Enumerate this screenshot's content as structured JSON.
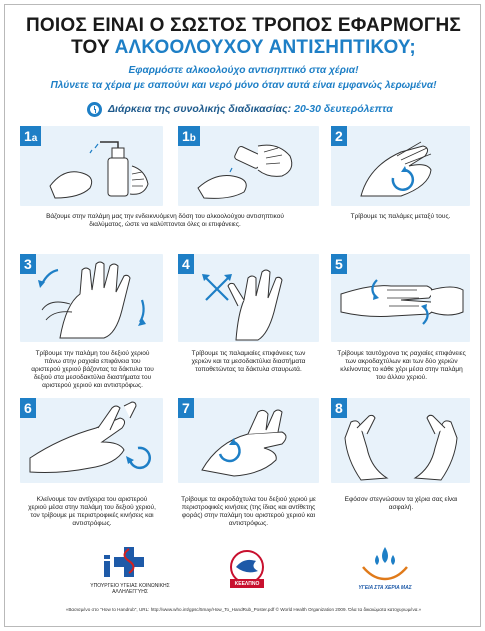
{
  "title": {
    "line1": "ΠΟΙΟΣ ΕΙΝΑΙ Ο ΣΩΣΤΟΣ ΤΡΟΠΟΣ ΕΦΑΡΜΟΓΗΣ",
    "line2_prefix": "ΤΟΥ ",
    "line2_highlight": "ΑΛΚΟΟΛΟΥΧΟΥ ΑΝΤΙΣΗΠΤΙΚΟΥ;"
  },
  "subtitle": {
    "line1": "Εφαρμόστε αλκοολούχο αντισηπτικό στα χέρια!",
    "line2": "Πλύνετε τα χέρια με σαπούνι και νερό μόνο όταν αυτά είναι εμφανώς λερωμένα!"
  },
  "duration": {
    "icon": "clock-icon",
    "label": "Διάρκεια της συνολικής διαδικασίας:",
    "value": "20-30 δευτερόλεπτα"
  },
  "steps": [
    {
      "num": "1",
      "suffix": "a",
      "caption": "Βάζουμε στην παλάμη μας την ενδεικνυόμενη δόση του αλκοολούχου αντισηπτικού διαλύματος, ώστε να καλύπτονται όλες οι επιφάνειες."
    },
    {
      "num": "1",
      "suffix": "b",
      "caption": ""
    },
    {
      "num": "2",
      "suffix": "",
      "caption": "Τρίβουμε τις παλάμες μεταξύ τους."
    },
    {
      "num": "3",
      "suffix": "",
      "caption": "Τρίβουμε την παλάμη του δεξιού χεριού πάνω στην ραχιαία επιφάνεια του αριστερού χεριού βάζοντας τα δάκτυλα του δεξιού στα μεσοδακτύλια διαστήματα του αριστερού χεριού και αντιστρόφως."
    },
    {
      "num": "4",
      "suffix": "",
      "caption": "Τρίβουμε τις παλαμιαίες επιφάνειες των χεριών και τα μεσοδακτύλια διαστήματα τοποθετώντας τα δάκτυλα σταυρωτά."
    },
    {
      "num": "5",
      "suffix": "",
      "caption": "Τρίβουμε ταυτόχρονα τις ραχιαίες επιφάνειες των ακροδαχτύλων και των δύο χεριών κλείνοντας το κάθε χέρι μέσα στην παλάμη του άλλου χεριού."
    },
    {
      "num": "6",
      "suffix": "",
      "caption": "Κλείνουμε τον αντίχειρα του αριστερού χεριού μέσα στην παλάμη του δεξιού χεριού, τον τρίβουμε με περιστροφικές κινήσεις και αντιστρόφως."
    },
    {
      "num": "7",
      "suffix": "",
      "caption": "Τρίβουμε τα ακροδάχτυλα του δεξιού χεριού με περιστροφικές κινήσεις (της ίδιας και αντίθετης φοράς) στην παλάμη του αριστερού χεριού και αντιστρόφως."
    },
    {
      "num": "8",
      "suffix": "",
      "caption": "Εφόσον στεγνώσουν τα χέρια σας είναι ασφαλή."
    }
  ],
  "logos": {
    "ministry_text": "ΥΠΟΥΡΓΕΙΟ ΥΓΕΙΑΣ ΚΟΙΝΩΝΙΚΗΣ ΑΛΛΗΛΕΓΓΥΗΣ",
    "keelpno_text": "ΚΕΕΛΠΝΟ",
    "hygeia_text": "ΥΓΕΙΑ ΣΤΑ ΧΕΡΙΑ ΜΑΣ"
  },
  "footer": "«Βασισμένο στο \"How to Handrub\", URL: http://www.who.int/gpsc/5may/How_To_HandRub_Poster.pdf © World Health Organization 2009. Όλα τα δικαιώματα κατοχυρωμένα.»",
  "colors": {
    "accent": "#1e7fc6",
    "panel": "#e8f2fa",
    "skin": "#ffffff"
  }
}
